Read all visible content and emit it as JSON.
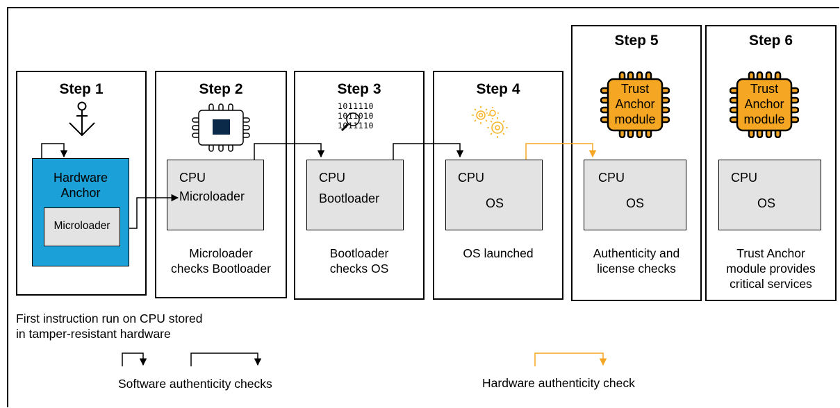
{
  "steps": [
    {
      "title": "Step 1",
      "caption": ""
    },
    {
      "title": "Step 2",
      "cpu": "CPU",
      "component": "Microloader",
      "caption_line1": "Microloader",
      "caption_line2": "checks Bootloader"
    },
    {
      "title": "Step 3",
      "cpu": "CPU",
      "component": "Bootloader",
      "caption_line1": "Bootloader",
      "caption_line2": "checks OS"
    },
    {
      "title": "Step 4",
      "cpu": "CPU",
      "component": "OS",
      "caption_line1": "OS launched"
    },
    {
      "title": "Step 5",
      "cpu": "CPU",
      "component": "OS",
      "caption_line1": "Authenticity and",
      "caption_line2": "license checks",
      "chip_line1": "Trust",
      "chip_line2": "Anchor",
      "chip_line3": "module"
    },
    {
      "title": "Step 6",
      "cpu": "CPU",
      "component": "OS",
      "caption_line1": "Trust Anchor",
      "caption_line2": "module provides",
      "caption_line3": "critical services",
      "chip_line1": "Trust",
      "chip_line2": "Anchor",
      "chip_line3": "module"
    }
  ],
  "hardware_anchor": {
    "line1": "Hardware",
    "line2": "Anchor",
    "inner": "Microloader"
  },
  "binary": {
    "line1": "1011110",
    "line2": "1011010",
    "line3": "1011110"
  },
  "first_instruction": {
    "line1": "First instruction run on CPU stored",
    "line2": "in tamper-resistant hardware"
  },
  "legend": {
    "software": "Software authenticity checks",
    "hardware": "Hardware authenticity check"
  },
  "colors": {
    "anchor_blue": "#1ba0d7",
    "trust_orange": "#f5a623",
    "gear_orange": "#f7b52c",
    "gray": "#e3e3e3",
    "chip_dark": "#0b2a4a"
  }
}
